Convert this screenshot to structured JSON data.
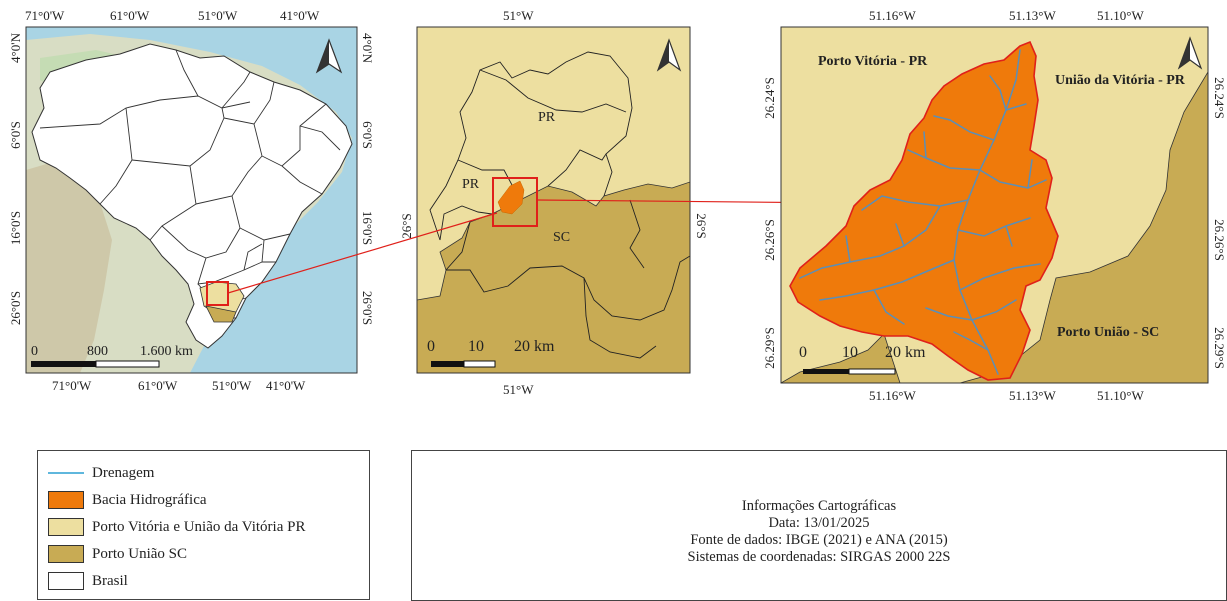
{
  "colors": {
    "bacia": "#ef7a0b",
    "porto_vitoria_uniao_pr": "#eddfa0",
    "porto_uniao_sc": "#c8ab54",
    "brasil": "#ffffff",
    "drenagem": "#5fb7dd",
    "ocean": "#a9d4e4",
    "selection_box": "#e0201a"
  },
  "map1": {
    "x_ticks": [
      "71°0'W",
      "61°0'W",
      "51°0'W",
      "41°0'W"
    ],
    "y_ticks": [
      "4°0'N",
      "6°0'S",
      "16°0'S",
      "26°0'S"
    ],
    "scale": {
      "zero": "0",
      "mid": "800",
      "end": "1.600 km"
    }
  },
  "map2": {
    "x_tick": "51°W",
    "y_tick": "26°S",
    "labels": {
      "pr_north": "PR",
      "pr_west": "PR",
      "sc": "SC"
    },
    "scale": {
      "zero": "0",
      "mid": "10",
      "end": "20 km"
    }
  },
  "map3": {
    "x_ticks": [
      "51.16°W",
      "51.13°W",
      "51.10°W"
    ],
    "y_ticks": [
      "26.24°S",
      "26.26°S",
      "26.29°S"
    ],
    "labels": {
      "porto_vitoria": "Porto Vitória - PR",
      "uniao_vitoria": "União da Vitória - PR",
      "porto_uniao": "Porto União - SC"
    },
    "scale": {
      "zero": "0",
      "mid": "10",
      "end": "20 km"
    }
  },
  "legend": [
    {
      "label": "Drenagem",
      "type": "line",
      "color": "#5fb7dd"
    },
    {
      "label": "Bacia Hidrográfica",
      "type": "fill",
      "color": "#ef7a0b"
    },
    {
      "label": "Porto Vitória e União da Vitória PR",
      "type": "fill",
      "color": "#eddfa0"
    },
    {
      "label": "Porto União SC",
      "type": "fill",
      "color": "#c8ab54"
    },
    {
      "label": "Brasil",
      "type": "fill",
      "color": "#ffffff"
    }
  ],
  "info": {
    "title": "Informações Cartográficas",
    "date": "Data: 13/01/2025",
    "source": "Fonte de dados: IBGE (2021) e ANA (2015)",
    "crs": "Sistemas de coordenadas:  SIRGAS 2000 22S"
  }
}
